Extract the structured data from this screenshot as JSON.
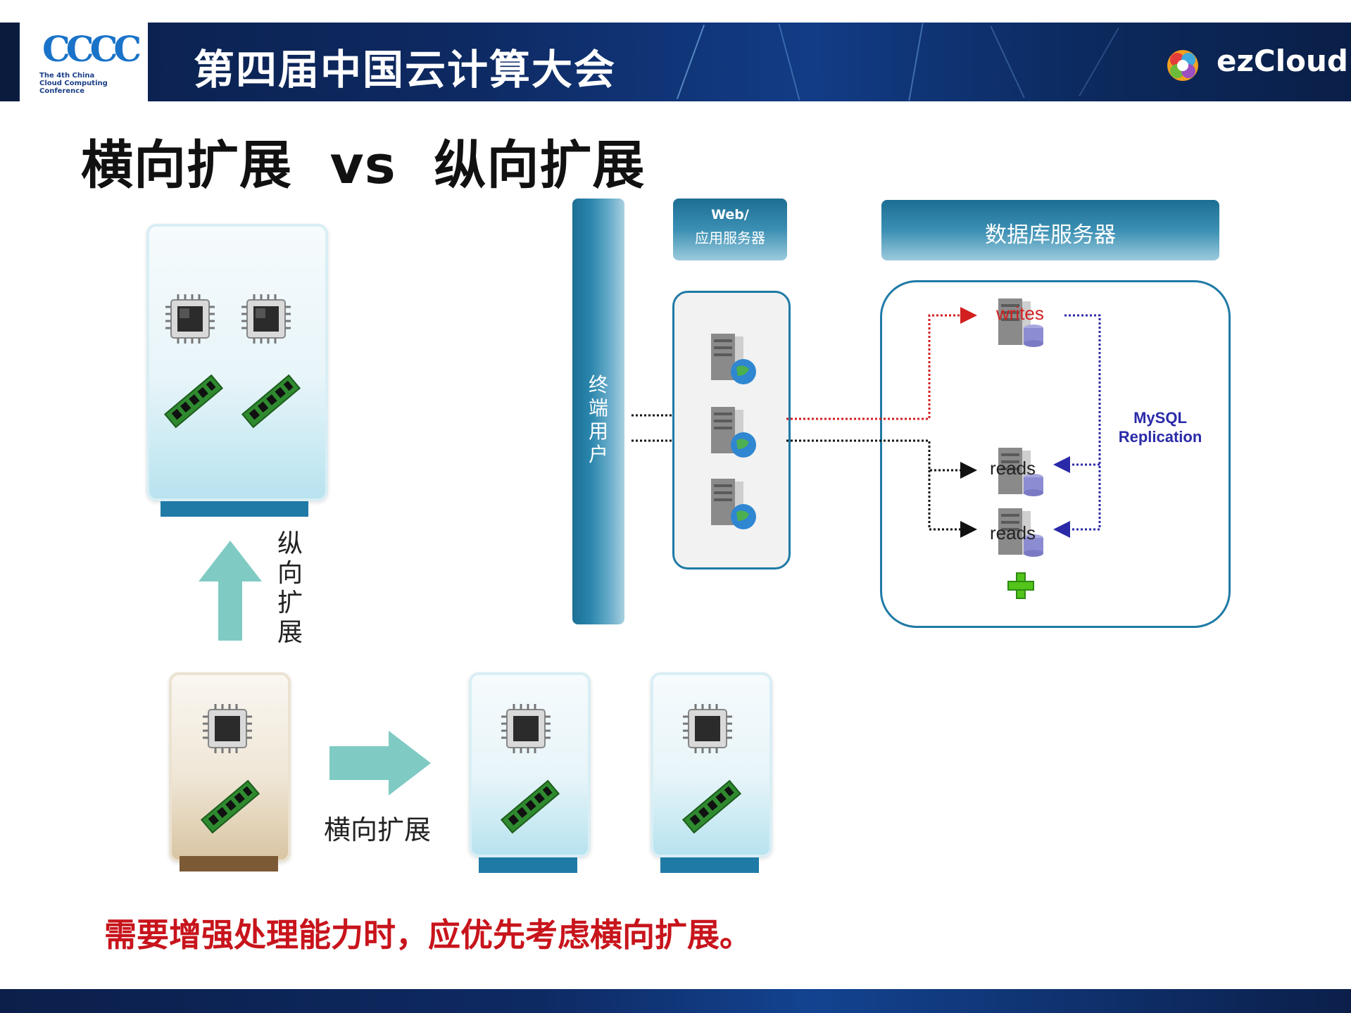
{
  "header": {
    "conference_title": "第四届中国云计算大会",
    "conference_logo_text": "CCCC",
    "conference_logo_subtitle": [
      "The 4th China",
      "Cloud Computing",
      "Conference"
    ],
    "sponsor_logo_text": "ezCloud"
  },
  "slide": {
    "title": "横向扩展  vs  纵向扩展",
    "conclusion": "需要增强处理能力时，应优先考虑横向扩展。"
  },
  "left_diagram": {
    "vertical_scale_label": [
      "纵",
      "向",
      "扩",
      "展"
    ],
    "horizontal_scale_label": "横向扩展"
  },
  "right_diagram": {
    "end_user_label": [
      "终",
      "端",
      "用",
      "户"
    ],
    "web_header_line1": "Web/",
    "web_header_line2": "应用服务器",
    "db_header": "数据库服务器",
    "writes_label": "writes",
    "reads_label_1": "reads",
    "reads_label_2": "reads",
    "replication_label_line1": "MySQL",
    "replication_label_line2": "Replication"
  },
  "colors": {
    "banner_dark": "#0b1f4a",
    "accent_blue": "#1f7aa6",
    "arrow_teal": "#7fcbc4",
    "conclusion_red": "#c8141c",
    "writes_red": "#d21f1f",
    "replication_blue": "#2a2aa8"
  }
}
